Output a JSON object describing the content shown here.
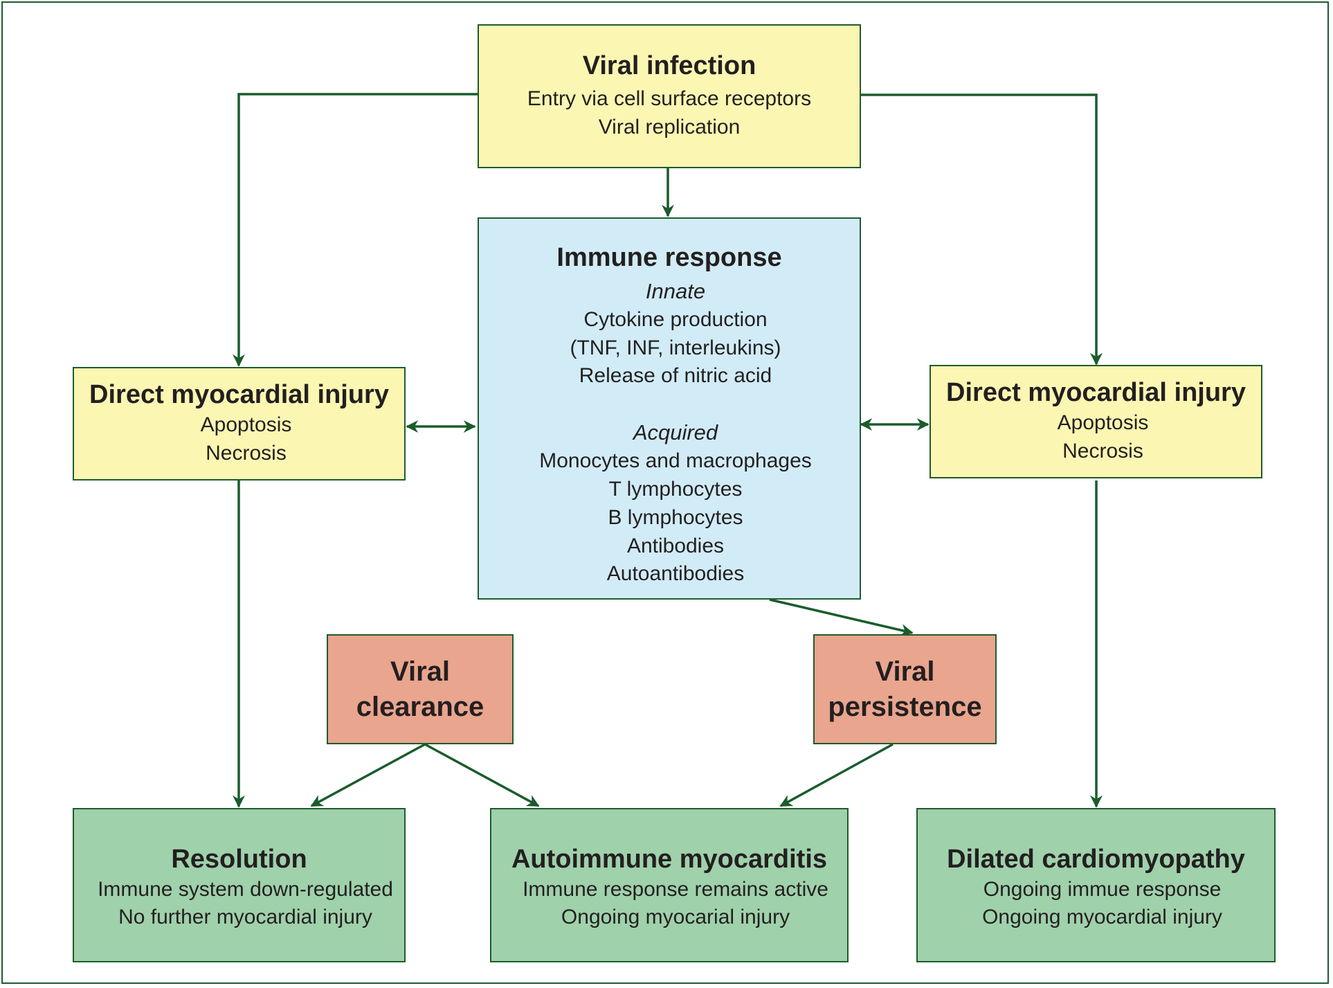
{
  "viral_infection": {
    "title": "Viral infection",
    "lines": [
      "Entry via cell surface receptors",
      "Viral replication"
    ]
  },
  "immune_response": {
    "title": "Immune response",
    "innate_label": "Innate",
    "innate_lines": [
      "Cytokine production",
      "(TNF, INF, interleukins)",
      "Release of nitric acid"
    ],
    "acquired_label": "Acquired",
    "acquired_lines": [
      "Monocytes and macrophages",
      "T lymphocytes",
      "B lymphocytes",
      "Antibodies",
      "Autoantibodies"
    ]
  },
  "injury_left": {
    "title": "Direct myocardial injury",
    "lines": [
      "Apoptosis",
      "Necrosis"
    ]
  },
  "injury_right": {
    "title": "Direct myocardial injury",
    "lines": [
      "Apoptosis",
      "Necrosis"
    ]
  },
  "viral_clearance": {
    "lines": [
      "Viral",
      "clearance"
    ]
  },
  "viral_persistence": {
    "lines": [
      "Viral",
      "persistence"
    ]
  },
  "resolution": {
    "title": "Resolution",
    "lines": [
      "Immune system down-regulated",
      "No further myocardial injury"
    ]
  },
  "autoimmune": {
    "title": "Autoimmune myocarditis",
    "lines": [
      "Immune response remains active",
      "Ongoing myocarial injury"
    ]
  },
  "dilated": {
    "title": "Dilated cardiomyopathy",
    "lines": [
      "Ongoing immue response",
      "Ongoing myocardial injury"
    ]
  },
  "colors": {
    "border": "#1e5b2e",
    "arrow": "#1a5c2c",
    "yellow": "#fbf6b2",
    "blue": "#d1ecf7",
    "salmon": "#e9a58e",
    "green": "#9fd1ab"
  }
}
